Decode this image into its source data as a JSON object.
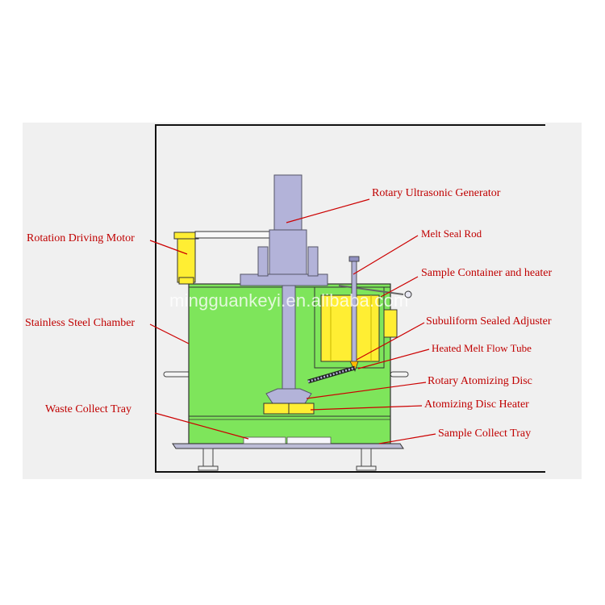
{
  "colors": {
    "chamber": "#7ee55b",
    "generator": "#b3b3d9",
    "heater": "#ffff55",
    "leader": "#cc0000",
    "tray": "#e8e8f3"
  },
  "labels": {
    "rotary_ultrasonic_generator": "Rotary Ultrasonic Generator",
    "rotation_driving_motor": "Rotation Driving Motor",
    "melt_seal_rod": "Melt Seal Rod",
    "sample_container_heater": "Sample Container and heater",
    "stainless_steel_chamber": "Stainless Steel Chamber",
    "subuliform_sealed_adjuster": "Subuliform Sealed Adjuster",
    "heated_melt_flow_tube": "Heated Melt Flow Tube",
    "rotary_atomizing_disc": "Rotary Atomizing Disc",
    "waste_collect_tray": "Waste Collect Tray",
    "atomizing_disc_heater": "Atomizing Disc Heater",
    "sample_collect_tray": "Sample Collect Tray"
  },
  "watermark": "mingguankeyi.en.alibaba.com"
}
